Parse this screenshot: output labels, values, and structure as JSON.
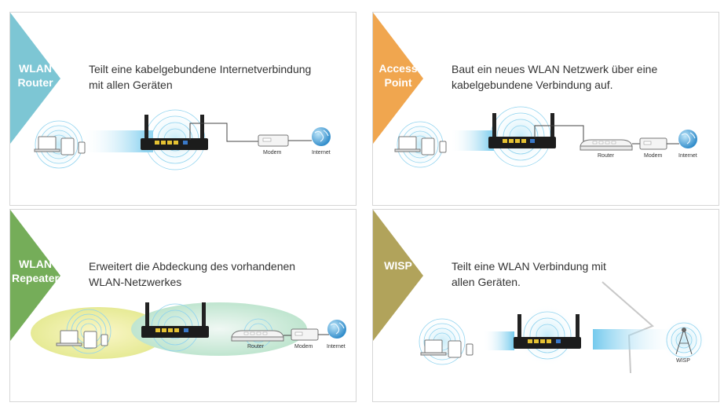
{
  "panels": [
    {
      "mode": [
        "WLAN",
        "Router"
      ],
      "color": "#7dc6d4",
      "description": [
        "Teilt eine kabelgebundene Internetverbindung",
        "mit allen Geräten"
      ],
      "labels": {
        "modem": "Modem",
        "internet": "Internet"
      }
    },
    {
      "mode": [
        "Access",
        "Point"
      ],
      "color": "#f0a64f",
      "description": [
        "Baut ein neues WLAN Netzwerk über eine",
        "kabelgebundene Verbindung auf."
      ],
      "labels": {
        "router": "Router",
        "modem": "Modem",
        "internet": "Internet"
      }
    },
    {
      "mode": [
        "WLAN",
        "Repeater"
      ],
      "color": "#75ad59",
      "description": [
        "Erweitert die Abdeckung des vorhandenen",
        "WLAN-Netzwerkes"
      ],
      "labels": {
        "router": "Router",
        "modem": "Modem",
        "internet": "Internet"
      }
    },
    {
      "mode": [
        "WISP"
      ],
      "color": "#b1a35b",
      "description": [
        "Teilt eine WLAN Verbindung mit",
        "allen Geräten."
      ],
      "labels": {
        "wisp": "WISP"
      }
    }
  ]
}
